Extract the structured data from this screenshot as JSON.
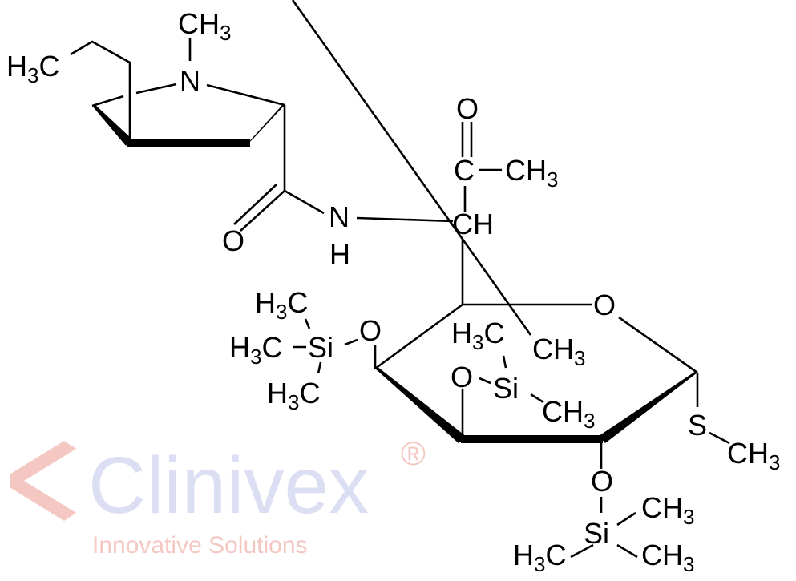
{
  "watermark": {
    "brand": "Clinivex",
    "tagline": "Innovative Solutions",
    "registered": "®",
    "colors": {
      "c": "#f4c7c3",
      "inive": "#dcdff3",
      "x": "#f4c7c3",
      "tagline": "#f4c7c3"
    }
  },
  "labels": {
    "n_methyl": {
      "main": "CH",
      "sub": "3"
    },
    "pyrrolidine_n": "N",
    "propyl_ch3": {
      "pre": "H",
      "sub": "3",
      "post": "C"
    },
    "amide_o": "O",
    "amide_n": "N",
    "amide_h": "H",
    "ketone_o": "O",
    "ketone_c": "C",
    "acetyl_ch3": {
      "main": "CH",
      "sub": "3"
    },
    "methine": "CH",
    "ring_o": "O",
    "c6_ch3": {
      "main": "CH",
      "sub": "3"
    },
    "o4": "O",
    "si4": "Si",
    "si4_me_top": {
      "pre": "H",
      "sub": "3",
      "post": "C"
    },
    "si4_me_left": {
      "pre": "H",
      "sub": "3",
      "post": "C"
    },
    "si4_me_bottom": {
      "pre": "H",
      "sub": "3",
      "post": "C"
    },
    "o3": "O",
    "si3": "Si",
    "si3_me_top": {
      "pre": "H",
      "sub": "3",
      "post": "C"
    },
    "si3_me_right": {
      "main": "CH",
      "sub": "3"
    },
    "s": "S",
    "s_ch3": {
      "main": "CH",
      "sub": "3"
    },
    "o2": "O",
    "si2": "Si",
    "si2_me_top": {
      "main": "CH",
      "sub": "3"
    },
    "si2_me_left": {
      "pre": "H",
      "sub": "3",
      "post": "C"
    },
    "si2_me_right": {
      "main": "CH",
      "sub": "3"
    }
  }
}
